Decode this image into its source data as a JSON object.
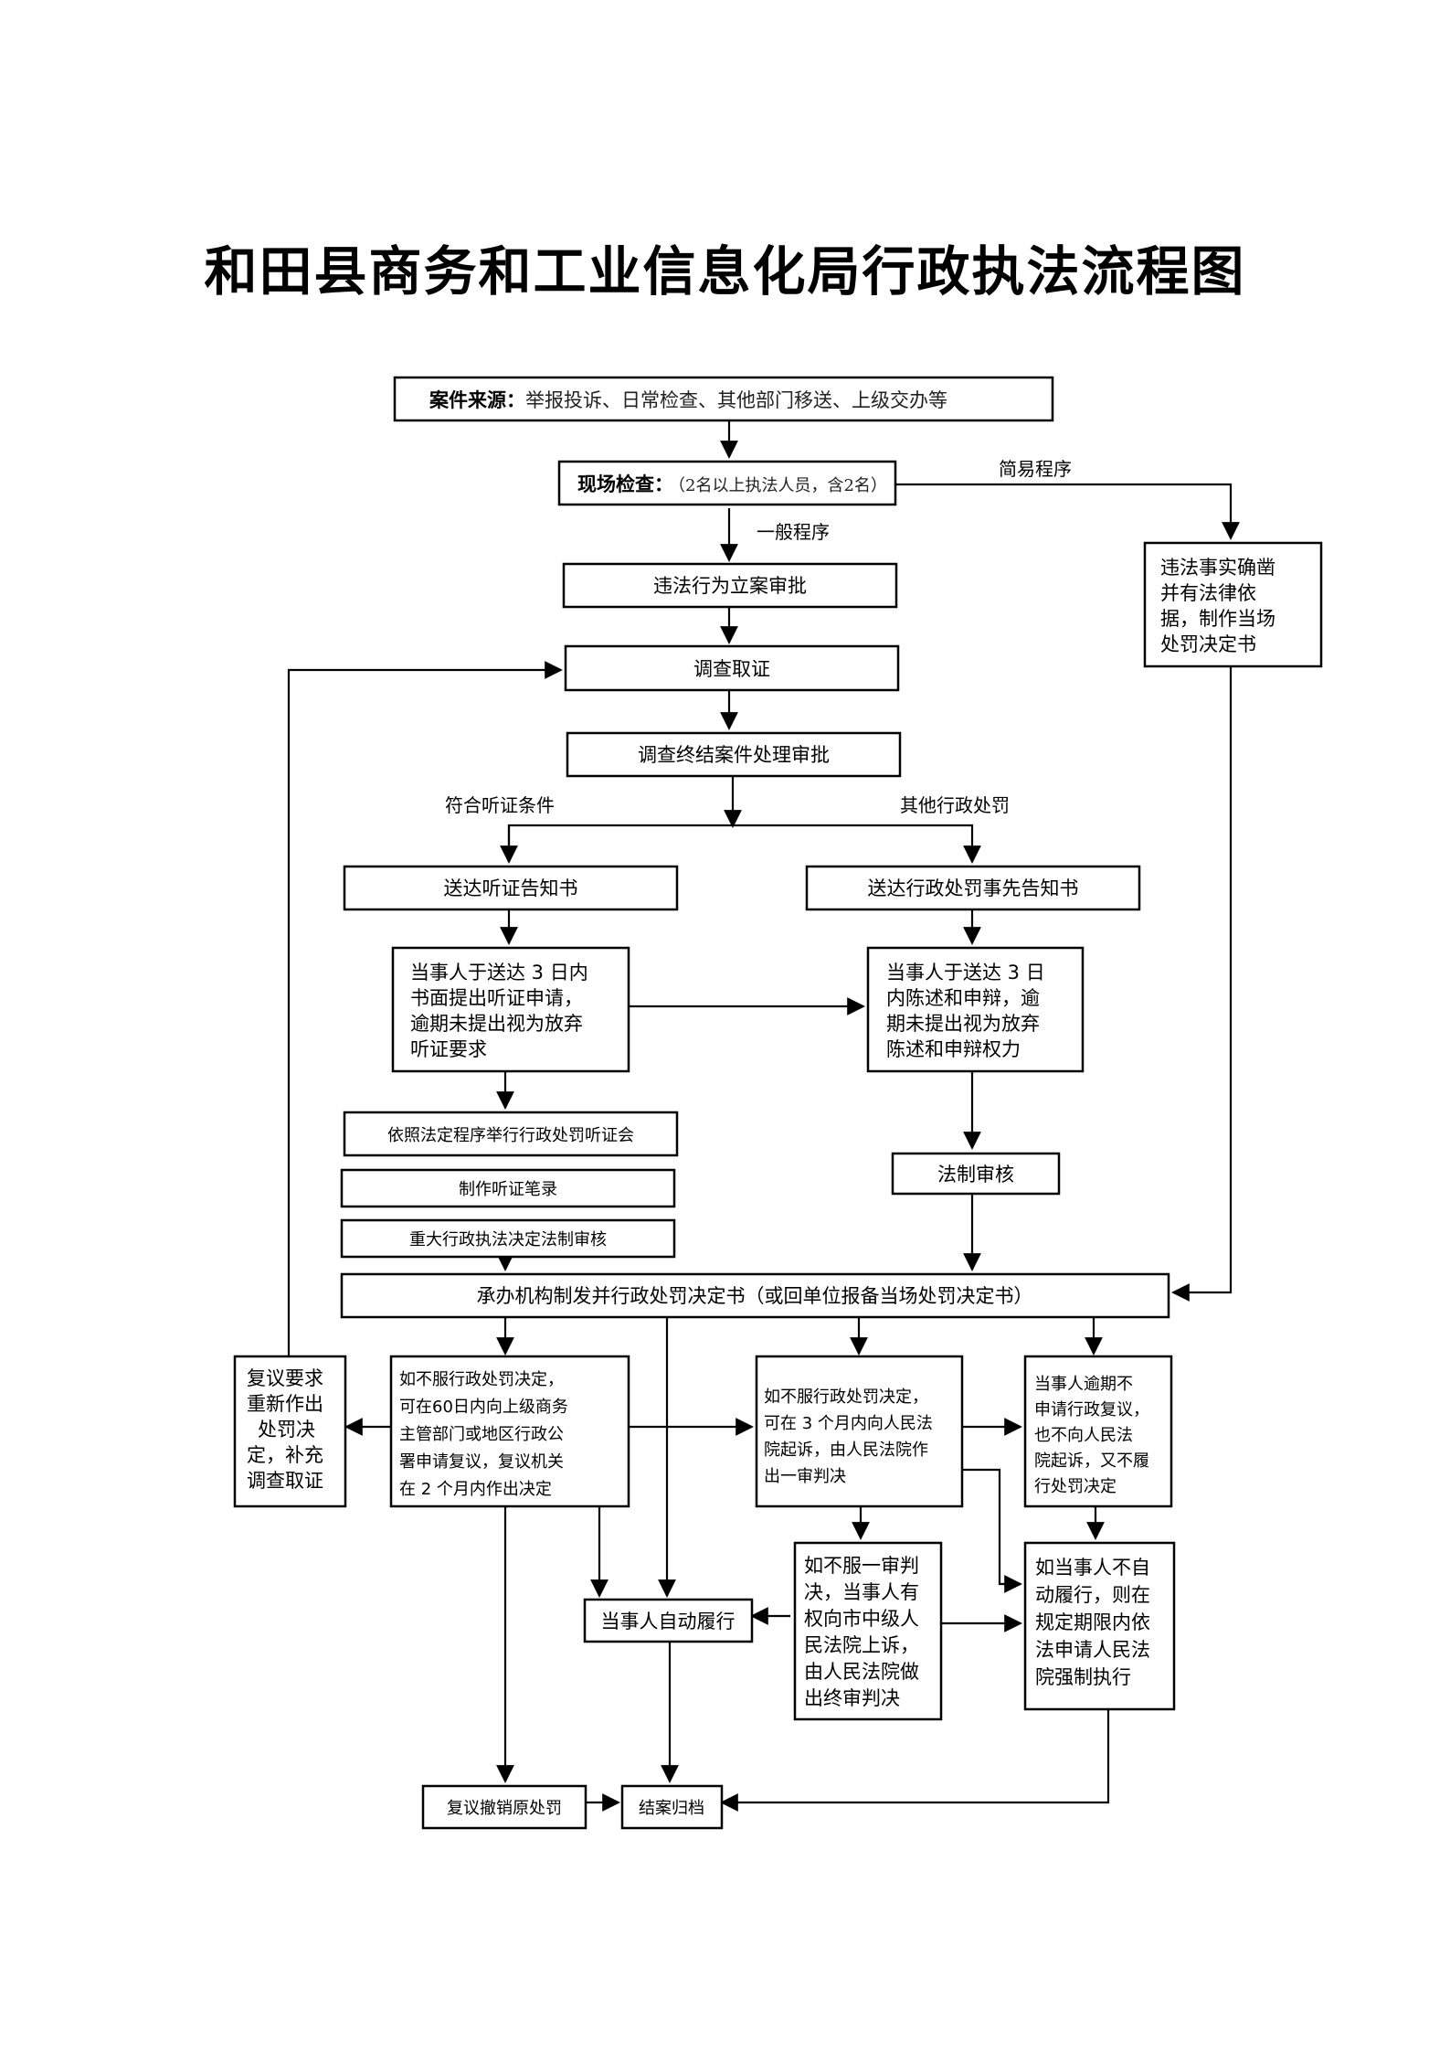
{
  "title": "和田县商务和工业信息化局行政执法流程图",
  "nodes": {
    "source": {
      "label": "案件来源：",
      "text": "举报投诉、日常检查、其他部门移送、上级交办等"
    },
    "inspect": {
      "label": "现场检查：",
      "text": "（2名以上执法人员，含2名）"
    },
    "simple_box": [
      "违法事实确凿",
      "并有法律依",
      "据，制作当场",
      "处罚决定书"
    ],
    "filing": "违法行为立案审批",
    "investigate": "调查取证",
    "conclude": "调查终结案件处理审批",
    "hearing_notice": "送达听证告知书",
    "prior_notice": "送达行政处罚事先告知书",
    "hearing_request": [
      "当事人于送达 3 日内",
      "书面提出听证申请，",
      "逾期未提出视为放弃",
      "听证要求"
    ],
    "defense": [
      "当事人于送达 3 日",
      "内陈述和申辩，逾",
      "期未提出视为放弃",
      "陈述和申辩权力"
    ],
    "hearing_meeting": "依照法定程序举行行政处罚听证会",
    "hearing_record": "制作听证笔录",
    "major_review": "重大行政执法决定法制审核",
    "legal_review": "法制审核",
    "decision": "承办机构制发并行政处罚决定书（或回单位报备当场处罚决定书）",
    "reconsider_redo": [
      "复议要求",
      "重新作出",
      "处罚决",
      "定，补充",
      "调查取证"
    ],
    "reconsider_apply": [
      "如不服行政处罚决定，",
      "可在60日内向上级商务",
      "主管部门或地区行政公",
      "署申请复议，复议机关",
      "在 2 个月内作出决定"
    ],
    "lawsuit": [
      "如不服行政处罚决定，",
      "可在 3 个月内向人民法",
      "院起诉，由人民法院作",
      "出一审判决"
    ],
    "overdue": [
      "当事人逾期不",
      "申请行政复议，",
      "也不向人民法",
      "院起诉，又不履",
      "行处罚决定"
    ],
    "appeal": [
      "如不服一审判",
      "决，当事人有",
      "权向市中级人",
      "民法院上诉，",
      "由人民法院做",
      "出终审判决"
    ],
    "enforce": [
      "如当事人不自",
      "动履行，则在",
      "规定期限内依",
      "法申请人民法",
      "院强制执行"
    ],
    "self_perform": "当事人自动履行",
    "revoke": "复议撤销原处罚",
    "archive": "结案归档"
  },
  "edge_labels": {
    "simple": "简易程序",
    "general": "一般程序",
    "hearing_cond": "符合听证条件",
    "other_penalty": "其他行政处罚"
  }
}
